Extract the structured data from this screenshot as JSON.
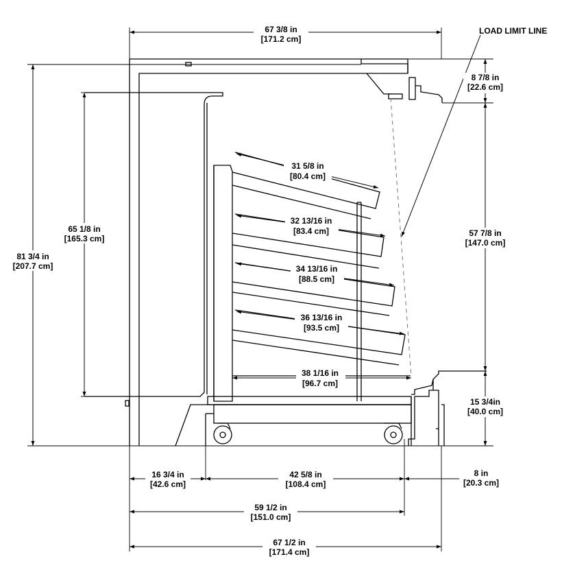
{
  "callouts": {
    "load_limit_line": "LOAD LIMIT LINE"
  },
  "dimensions": {
    "top_width": {
      "imperial": "67 3/8 in",
      "metric": "[171.2 cm]"
    },
    "top_offset": {
      "imperial": "8 7/8 in",
      "metric": "[22.6 cm]"
    },
    "overall_height": {
      "imperial": "81 3/4 in",
      "metric": "[207.7 cm]"
    },
    "inner_height": {
      "imperial": "65 1/8 in",
      "metric": "[165.3 cm]"
    },
    "right_height": {
      "imperial": "57 7/8 in",
      "metric": "[147.0 cm]"
    },
    "base_height": {
      "imperial": "15 3/4in",
      "metric": "[40.0 cm]"
    },
    "shelf_1": {
      "imperial": "31 5/8 in",
      "metric": "[80.4 cm]"
    },
    "shelf_2": {
      "imperial": "32 13/16 in",
      "metric": "[83.4 cm]"
    },
    "shelf_3": {
      "imperial": "34 13/16 in",
      "metric": "[88.5 cm]"
    },
    "shelf_4": {
      "imperial": "36 13/16 in",
      "metric": "[93.5 cm]"
    },
    "shelf_5": {
      "imperial": "38 1/16 in",
      "metric": "[96.7 cm]"
    },
    "left_clearance": {
      "imperial": "16 3/4 in",
      "metric": "[42.6 cm]"
    },
    "cart_length": {
      "imperial": "42 5/8 in",
      "metric": "[108.4 cm]"
    },
    "right_clearance": {
      "imperial": "8 in",
      "metric": "[20.3 cm]"
    },
    "base_length": {
      "imperial": "59 1/2 in",
      "metric": "[151.0 cm]"
    },
    "overall_width": {
      "imperial": "67 1/2 in",
      "metric": "[171.4 cm]"
    }
  }
}
